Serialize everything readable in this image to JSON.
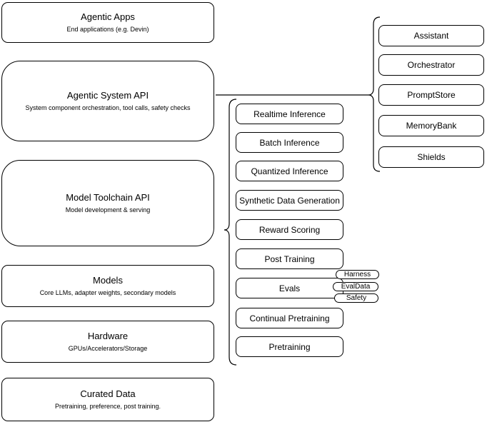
{
  "left_stack": [
    {
      "title": "Agentic Apps",
      "subtitle": "End applications (e.g. Devin)"
    },
    {
      "title": "Agentic System API",
      "subtitle": "System component orchestration, tool calls, safety checks"
    },
    {
      "title": "Model Toolchain API",
      "subtitle": "Model development & serving"
    },
    {
      "title": "Models",
      "subtitle": "Core LLMs, adapter weights, secondary models"
    },
    {
      "title": "Hardware",
      "subtitle": "GPUs/Accelerators/Storage"
    },
    {
      "title": "Curated Data",
      "subtitle": "Pretraining, preference, post training."
    }
  ],
  "toolchain_group": {
    "items": [
      "Realtime Inference",
      "Batch Inference",
      "Quantized Inference",
      "Synthetic Data Generation",
      "Reward Scoring",
      "Post Training",
      "Evals",
      "Continual Pretraining",
      "Pretraining"
    ],
    "evals_tags": [
      "Harness",
      "EvalData",
      "Safety"
    ]
  },
  "system_group": {
    "items": [
      "Assistant",
      "Orchestrator",
      "PromptStore",
      "MemoryBank",
      "Shields"
    ]
  },
  "colors": {
    "stroke": "#000000",
    "background": "#ffffff",
    "text": "#000000"
  }
}
